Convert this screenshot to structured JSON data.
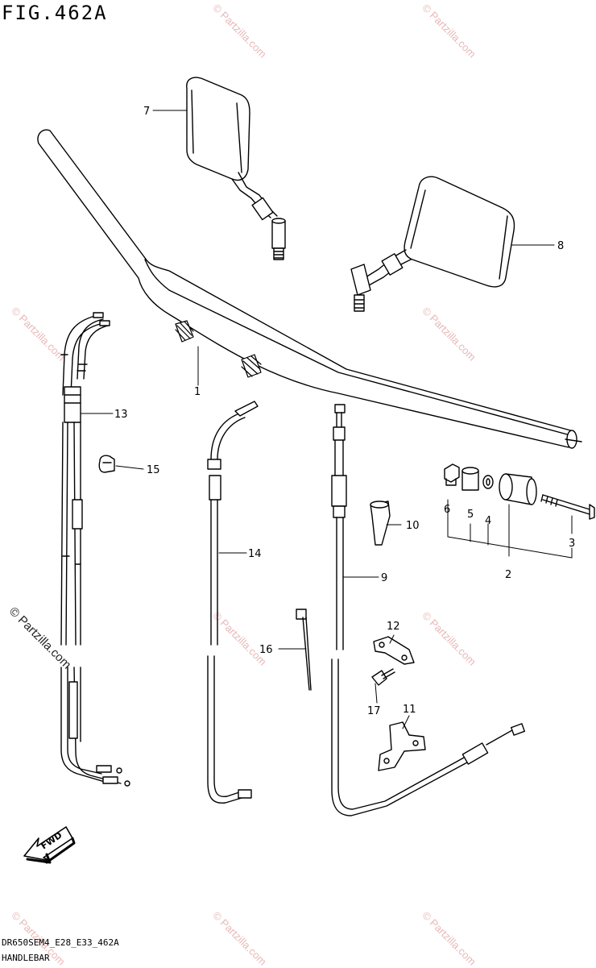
{
  "figure": {
    "title": "FIG.462A",
    "footer_code": "DR650SEM4_E28_E33_462A",
    "footer_name": "HANDLEBAR"
  },
  "watermark": {
    "text": "© Partzilla.com",
    "color": "#e8b8b8"
  },
  "fwd_label": "FWD",
  "callouts": {
    "c1": "1",
    "c2": "2",
    "c3": "3",
    "c4": "4",
    "c5": "5",
    "c6": "6",
    "c7": "7",
    "c8": "8",
    "c9": "9",
    "c10": "10",
    "c11": "11",
    "c12": "12",
    "c13": "13",
    "c14": "14",
    "c15": "15",
    "c16": "16",
    "c17": "17"
  }
}
